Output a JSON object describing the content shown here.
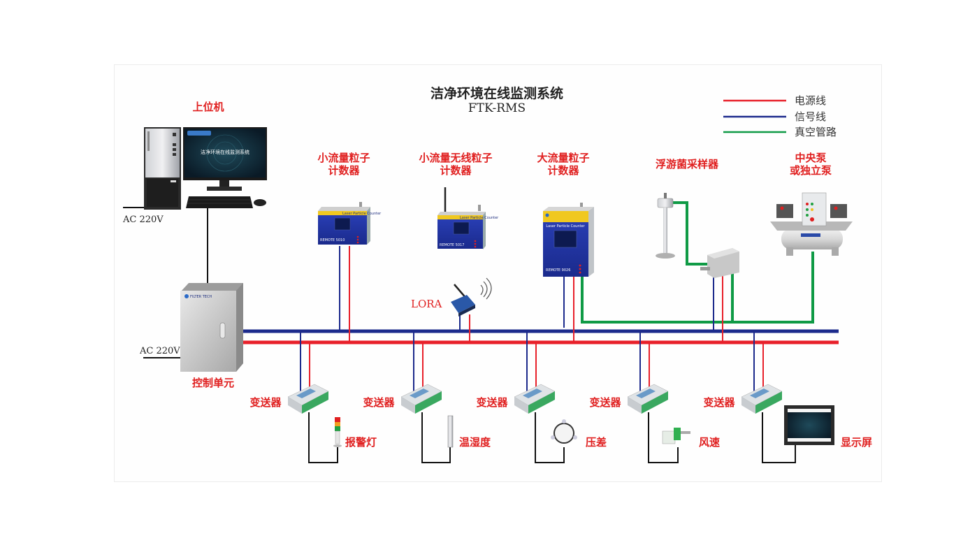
{
  "title": "洁净环境在线监测系统",
  "subtitle": "FTK-RMS",
  "colors": {
    "power": "#e8202a",
    "signal": "#1c2a8c",
    "vacuum": "#0f9a45",
    "label": "#e02020",
    "wire": "#111111"
  },
  "legend": [
    {
      "label": "电源线",
      "type": "power"
    },
    {
      "label": "信号线",
      "type": "signal"
    },
    {
      "label": "真空管路",
      "type": "vacuum"
    }
  ],
  "host": {
    "label": "上位机",
    "screen_text": "洁净环境在线监测系统",
    "power_label": "AC 220V"
  },
  "control_unit": {
    "label": "控制单元",
    "power_label": "AC 220V",
    "brand": "FILTER TECH"
  },
  "devices": {
    "small_counter": {
      "label_line1": "小流量粒子",
      "label_line2": "计数器",
      "panel_text": "Laser Particle Counter",
      "model": "REMOTE 5010"
    },
    "wireless_counter": {
      "label_line1": "小流量无线粒子",
      "label_line2": "计数器",
      "panel_text": "Laser Particle Counter",
      "model": "REMOTE 5017"
    },
    "large_counter": {
      "label_line1": "大流量粒子",
      "label_line2": "计数器",
      "panel_text": "Laser Particle Counter",
      "model": "REMOTE 9026"
    },
    "sampler": {
      "label": "浮游菌采样器"
    },
    "pump": {
      "label_line1": "中央泵",
      "label_line2": "或独立泵"
    },
    "lora": {
      "label": "LORA"
    }
  },
  "transmitters": [
    {
      "label": "变送器",
      "sensor": "报警灯",
      "sensor_icon": "alarm-light-icon"
    },
    {
      "label": "变送器",
      "sensor": "温湿度",
      "sensor_icon": "temp-humidity-sensor-icon"
    },
    {
      "label": "变送器",
      "sensor": "压差",
      "sensor_icon": "pressure-gauge-icon"
    },
    {
      "label": "变送器",
      "sensor": "风速",
      "sensor_icon": "air-velocity-sensor-icon"
    },
    {
      "label": "变送器",
      "sensor": "显示屏",
      "sensor_icon": "display-screen-icon"
    }
  ]
}
